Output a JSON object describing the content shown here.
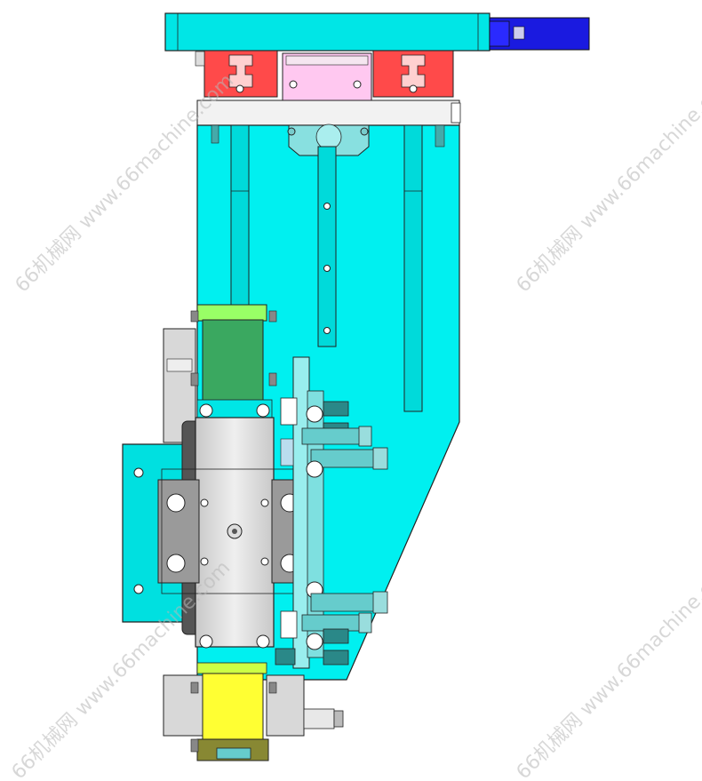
{
  "watermarks": [
    {
      "text": "66机械网 www.66machine.com"
    },
    {
      "text": "66机械网 www.66machine.com"
    },
    {
      "text": "66机械网 www.66machine.com"
    },
    {
      "text": "66机械网 www.66machine.com"
    }
  ],
  "colors": {
    "cyan_plate": "#00f0f0",
    "cyan_dark": "#00c8c8",
    "outline": "#222222",
    "red_block": "#ff4a4a",
    "pink_block": "#ffc8f0",
    "blue_motor": "#1a1ae0",
    "green_block": "#3aa860",
    "light_green": "#99ff66",
    "yellow_block": "#ffff33",
    "olive": "#888833",
    "grey_light": "#e0e0e0",
    "grey_mid": "#b8b8b8",
    "teal_fitting": "#66cccc",
    "teal_dark": "#2a8888"
  }
}
